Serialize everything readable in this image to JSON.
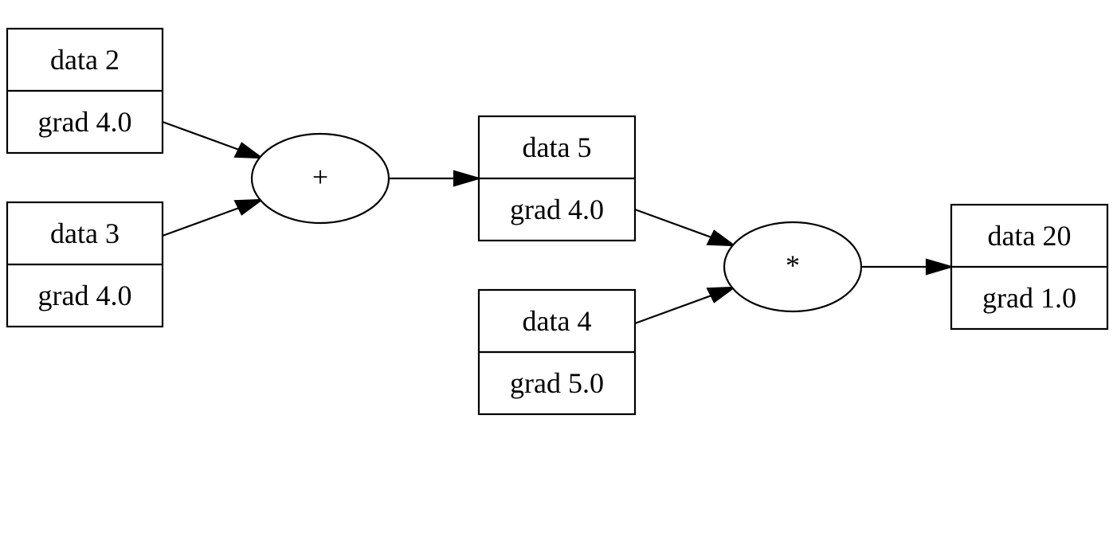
{
  "nodes": {
    "n2": {
      "data": "data 2",
      "grad": "grad 4.0"
    },
    "n3": {
      "data": "data 3",
      "grad": "grad 4.0"
    },
    "n5": {
      "data": "data 5",
      "grad": "grad 4.0"
    },
    "n4": {
      "data": "data 4",
      "grad": "grad 5.0"
    },
    "n20": {
      "data": "data 20",
      "grad": "grad 1.0"
    }
  },
  "ops": {
    "add": {
      "symbol": "+"
    },
    "mul": {
      "symbol": "*"
    }
  },
  "edges": [
    {
      "from": "n2",
      "to": "add"
    },
    {
      "from": "n3",
      "to": "add"
    },
    {
      "from": "add",
      "to": "n5"
    },
    {
      "from": "n5",
      "to": "mul"
    },
    {
      "from": "n4",
      "to": "mul"
    },
    {
      "from": "mul",
      "to": "n20"
    }
  ],
  "colors": {
    "stroke": "#000000",
    "background": "#ffffff"
  }
}
